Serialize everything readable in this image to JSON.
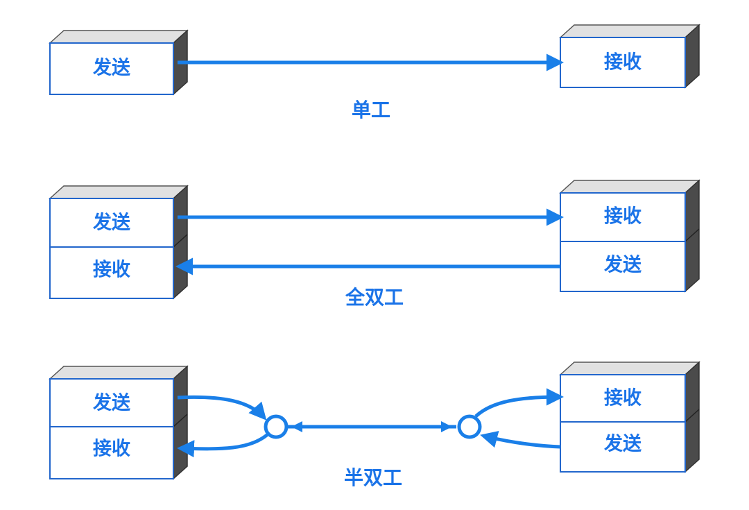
{
  "colors": {
    "accent": "#1a7fe8",
    "text": "#1a73e8",
    "box_stroke": "#2266cc",
    "box_top": "#e1e1e1",
    "box_side": "#4b4b4b"
  },
  "simplex": {
    "label": "单工",
    "left": {
      "send": "发送"
    },
    "right": {
      "receive": "接收"
    }
  },
  "full_duplex": {
    "label": "全双工",
    "left": {
      "send": "发送",
      "receive": "接收"
    },
    "right": {
      "receive": "接收",
      "send": "发送"
    }
  },
  "half_duplex": {
    "label": "半双工",
    "left": {
      "send": "发送",
      "receive": "接收"
    },
    "right": {
      "receive": "接收",
      "send": "发送"
    }
  }
}
